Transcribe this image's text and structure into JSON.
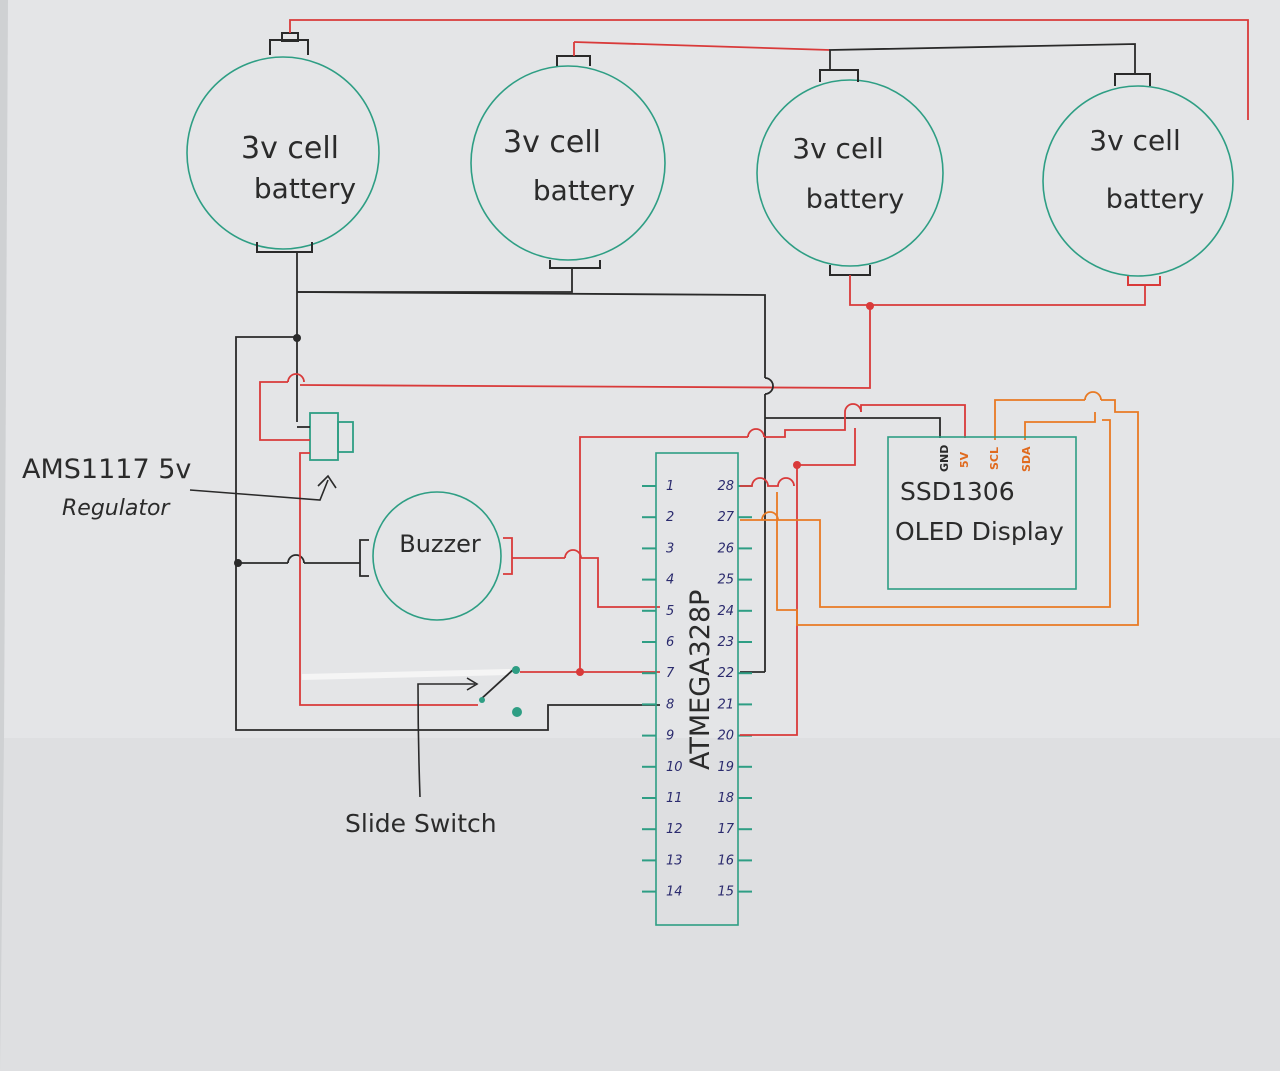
{
  "colors": {
    "paper": "#e4e5e7",
    "paper_edge": "#cfd1d3",
    "ink_black": "#2a2a2a",
    "ink_red": "#d93a3a",
    "ink_green": "#2e9e84",
    "ink_orange": "#e87a24",
    "ink_blue": "#2b2b6e"
  },
  "batteries": [
    {
      "line1": "3v cell",
      "line2": "battery"
    },
    {
      "line1": "3v cell",
      "line2": "battery"
    },
    {
      "line1": "3v cell",
      "line2": "battery"
    },
    {
      "line1": "3v cell",
      "line2": "battery"
    }
  ],
  "regulator": {
    "line1": "AMS1117 5v",
    "line2": "Regulator"
  },
  "buzzer": {
    "label": "Buzzer"
  },
  "switch": {
    "label": "Slide Switch"
  },
  "mcu": {
    "label": "ATMEGA328P",
    "left_pins": [
      "1",
      "2",
      "3",
      "4",
      "5",
      "6",
      "7",
      "8",
      "9",
      "10",
      "11",
      "12",
      "13",
      "14"
    ],
    "right_pins": [
      "28",
      "27",
      "26",
      "25",
      "24",
      "23",
      "22",
      "21",
      "20",
      "19",
      "18",
      "17",
      "16",
      "15"
    ]
  },
  "oled": {
    "line1": "SSD1306",
    "line2": "OLED Display",
    "pins": [
      "GND",
      "5V",
      "SCL",
      "SDA"
    ]
  }
}
